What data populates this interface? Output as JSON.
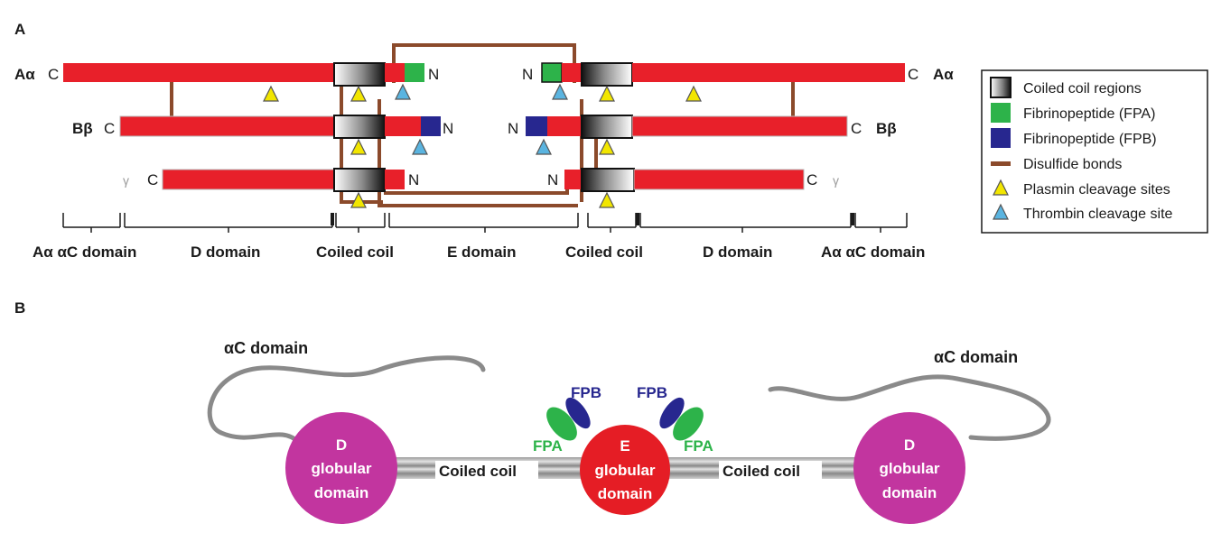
{
  "panels": {
    "a": "A",
    "b": "B"
  },
  "chains": {
    "left": [
      {
        "name": "Aα",
        "c": "C",
        "n": "N"
      },
      {
        "name": "Bβ",
        "c": "C",
        "n": "N"
      },
      {
        "name": "γ",
        "c": "C",
        "n": "N"
      }
    ],
    "right": [
      {
        "name": "Aα",
        "c": "C",
        "n": "N"
      },
      {
        "name": "Bβ",
        "c": "C",
        "n": "N"
      },
      {
        "name": "γ",
        "c": "C",
        "n": "N"
      }
    ]
  },
  "domain_labels": [
    "Aα αC domain",
    "D domain",
    "Coiled coil",
    "E domain",
    "Coiled coil",
    "D domain",
    "Aα αC domain"
  ],
  "legend": [
    {
      "label": "Coiled coil regions",
      "icon": "coiled-coil-swatch"
    },
    {
      "label": "Fibrinopeptide (FPA)",
      "icon": "fpa-swatch",
      "color": "#2db34a"
    },
    {
      "label": "Fibrinopeptide (FPB)",
      "icon": "fpb-swatch",
      "color": "#27278f"
    },
    {
      "label": "Disulfide bonds",
      "icon": "disulfide-line",
      "color": "#8b4a2b"
    },
    {
      "label": "Plasmin cleavage sites",
      "icon": "yellow-triangle",
      "color": "#f2e600"
    },
    {
      "label": "Thrombin cleavage site",
      "icon": "blue-triangle",
      "color": "#5ab4e0"
    }
  ],
  "panel_b": {
    "ac_left": "αC domain",
    "ac_right": "αC domain",
    "d_left": [
      "D",
      "globular",
      "domain"
    ],
    "d_right": [
      "D",
      "globular",
      "domain"
    ],
    "e_center": [
      "E",
      "globular",
      "domain"
    ],
    "coil_left": "Coiled coil",
    "coil_right": "Coiled coil",
    "fpb_left": "FPB",
    "fpb_right": "FPB",
    "fpa_left": "FPA",
    "fpa_right": "FPA"
  },
  "colors": {
    "chain_red": "#e8202a",
    "fpa_green": "#2db34a",
    "fpb_blue": "#27278f",
    "disulfide_brown": "#8b4a2b",
    "plasmin_yellow": "#f2e600",
    "thrombin_blue": "#5ab4e0",
    "globular_magenta": "#c2359f",
    "e_red": "#e51d25",
    "tail_gray": "#8a8a8a"
  }
}
